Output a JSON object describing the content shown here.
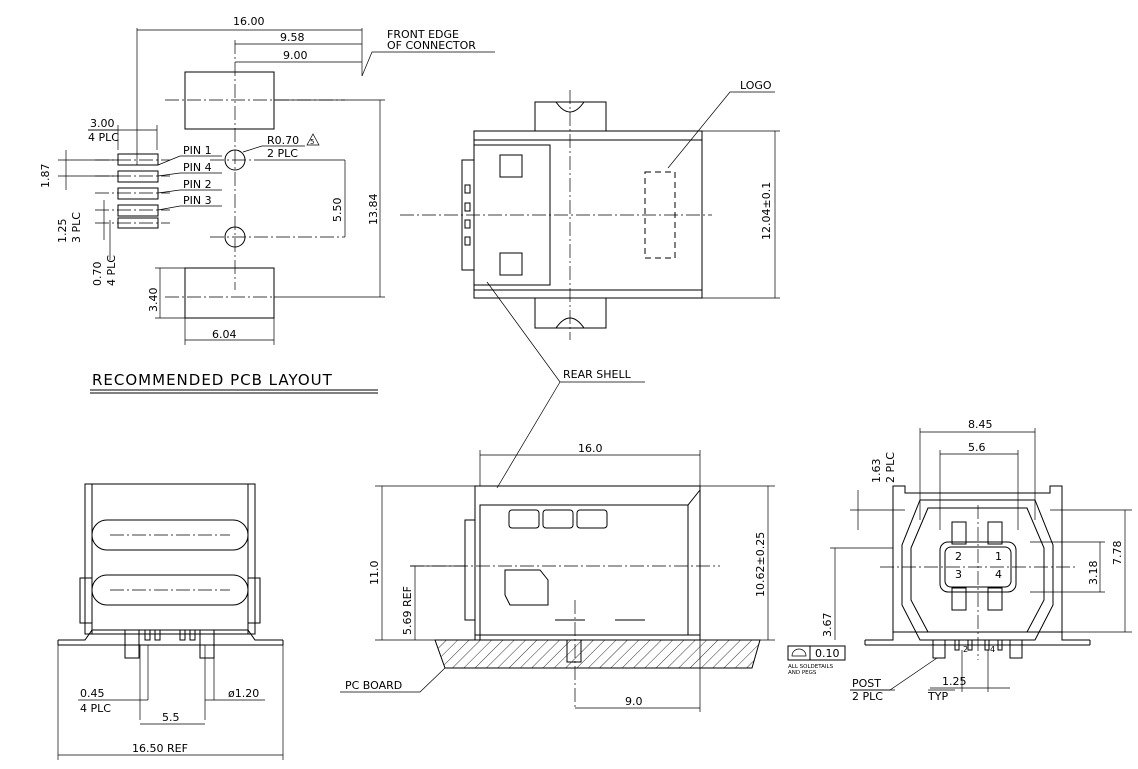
{
  "labels": {
    "front_edge_1": "FRONT EDGE",
    "front_edge_2": "OF CONNECTOR",
    "logo": "LOGO",
    "r070": "R0.70",
    "rev5": "5",
    "plc2_r": "2 PLC",
    "pin1": "PIN 1",
    "pin4": "PIN 4",
    "pin2": "PIN 2",
    "pin3": "PIN 3",
    "rec_pcb": "RECOMMENDED PCB LAYOUT",
    "rear_shell": "REAR SHELL",
    "pc_board": "PC BOARD",
    "post": "POST",
    "post_plc": "2 PLC",
    "typ": "TYP",
    "flat_val": "0.10",
    "solder_1": "ALL SOLDETAILS",
    "solder_2": "AND PEGS",
    "pin_num_1": "1",
    "pin_num_2": "2",
    "pin_num_3": "3",
    "pin_num_4": "4"
  },
  "dims": {
    "d1600": "16.00",
    "d958": "9.58",
    "d900": "9.00",
    "d300": "3.00",
    "d300_plc": "4 PLC",
    "d187": "1.87",
    "d125": "1.25",
    "d125_plc": "3 PLC",
    "d070": "0.70",
    "d070_plc": "4 PLC",
    "d550": "5.50",
    "d1384": "13.84",
    "d340": "3.40",
    "d604": "6.04",
    "d1204": "12.04±0.1",
    "d160": "16.0",
    "d110": "11.0",
    "d569": "5.69 REF",
    "d1062": "10.62±0.25",
    "d90": "9.0",
    "d045": "0.45",
    "d045_plc": "4 PLC",
    "d120": "ø1.20",
    "d55": "5.5",
    "d1650": "16.50 REF",
    "d845": "8.45",
    "d56": "5.6",
    "d163": "1.63",
    "d163_plc": "2 PLC",
    "d318": "3.18",
    "d778": "7.78",
    "d367": "3.67",
    "d125b": "1.25"
  }
}
